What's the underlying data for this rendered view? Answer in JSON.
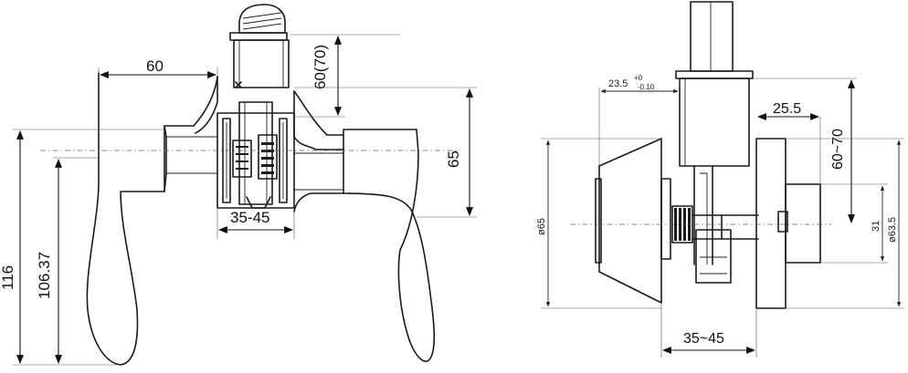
{
  "left_view": {
    "dims": {
      "width_60": "60",
      "height_60_70": "60(70)",
      "height_65": "65",
      "range_35_45": "35-45",
      "height_116": "116",
      "height_106_37": "106.37"
    }
  },
  "right_view": {
    "dims": {
      "tol_base": "23.5",
      "tol_plus": "+0",
      "tol_minus": "-0.10",
      "depth_25_5": "25.5",
      "height_60_70": "60~70",
      "dia_65": "ø65",
      "dia_63_5": "ø63.5",
      "height_31": "31",
      "range_35_45": "35~45"
    }
  }
}
